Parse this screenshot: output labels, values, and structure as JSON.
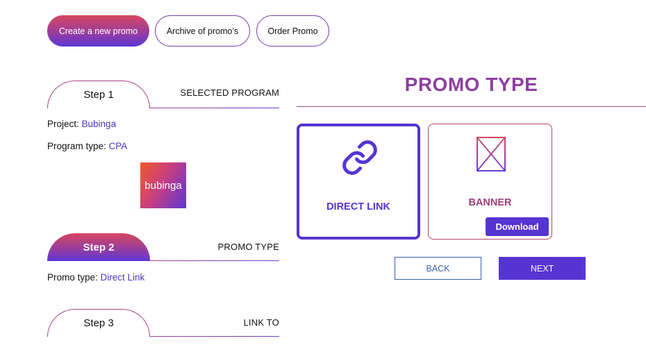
{
  "top_buttons": {
    "create": "Create a new promo",
    "archive": "Archive of promo’s",
    "order": "Order Promo"
  },
  "step1": {
    "tab": "Step 1",
    "heading": "SELECTED PROGRAM",
    "project_label": "Project: ",
    "project_value": "Bubinga",
    "program_label": "Program type: ",
    "program_value": "CPA",
    "logo_text": "bubinga"
  },
  "step2": {
    "tab": "Step 2",
    "heading": "PROMO TYPE",
    "promo_label": "Promo type: ",
    "promo_value": "Direct Link"
  },
  "step3": {
    "tab": "Step 3",
    "heading": "LINK TO"
  },
  "promo_panel": {
    "title": "PROMO TYPE",
    "cards": {
      "direct": {
        "label": "DIRECT LINK",
        "icon": "link-icon"
      },
      "banner": {
        "label": "BANNER",
        "icon": "image-placeholder-icon",
        "download": "Download"
      }
    },
    "back": "BACK",
    "next": "NEXT"
  },
  "colors": {
    "accent_purple": "#5634d2",
    "brand_gradient_start": "#d6465e",
    "title_purple": "#8e3fa0"
  }
}
